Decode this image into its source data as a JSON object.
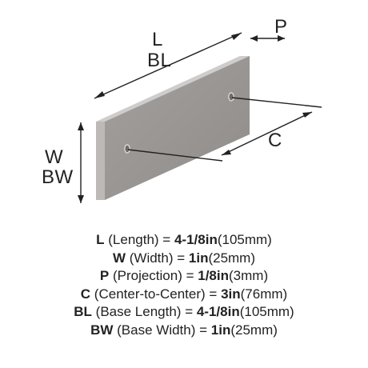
{
  "diagram": {
    "labels": {
      "length": [
        "L",
        "BL"
      ],
      "projection": "P",
      "width": [
        "W",
        "BW"
      ],
      "center": "C"
    },
    "colors": {
      "face": "#999694",
      "edge": "#b9b6b3",
      "line": "#222222"
    }
  },
  "specs": [
    {
      "abbr": "L",
      "name": " (Length) = ",
      "value": "4-1/8in",
      "metric": "(105mm)"
    },
    {
      "abbr": "W",
      "name": " (Width) = ",
      "value": "1in",
      "metric": "(25mm)"
    },
    {
      "abbr": "P",
      "name": " (Projection) = ",
      "value": "1/8in",
      "metric": "(3mm)"
    },
    {
      "abbr": "C",
      "name": " (Center-to-Center) = ",
      "value": "3in",
      "metric": "(76mm)"
    },
    {
      "abbr": "BL",
      "name": " (Base Length) = ",
      "value": "4-1/8in",
      "metric": "(105mm)"
    },
    {
      "abbr": "BW",
      "name": " (Base Width) = ",
      "value": "1in",
      "metric": "(25mm)"
    }
  ]
}
